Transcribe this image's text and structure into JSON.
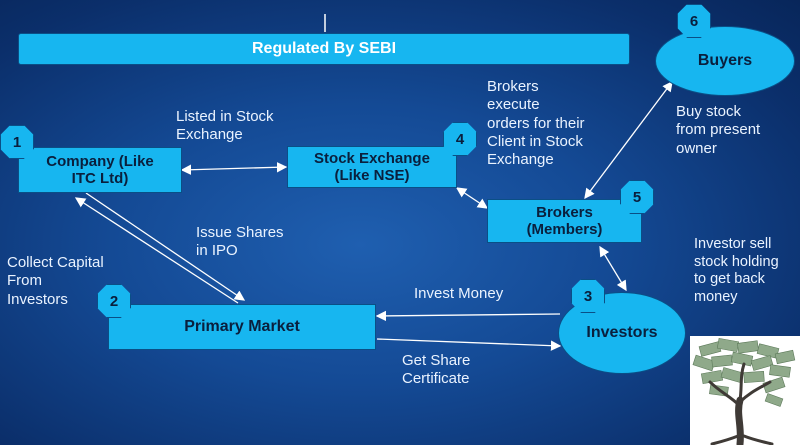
{
  "banner": {
    "label": "Regulated By SEBI"
  },
  "nodes": {
    "company": {
      "label_line1": "Company (Like",
      "label_line2": "ITC Ltd)",
      "badge": "1"
    },
    "primary_market": {
      "label": "Primary Market",
      "badge": "2"
    },
    "investors": {
      "label": "Investors",
      "badge": "3"
    },
    "stock_exchange": {
      "label_line1": "Stock Exchange",
      "label_line2": "(Like NSE)",
      "badge": "4"
    },
    "brokers": {
      "label_line1": "Brokers",
      "label_line2": "(Members)",
      "badge": "5"
    },
    "buyers": {
      "label": "Buyers",
      "badge": "6"
    }
  },
  "notes": {
    "listed": [
      "Listed in Stock",
      "Exchange"
    ],
    "brokers_execute": [
      "Brokers",
      "execute",
      "orders for their",
      "Client in Stock",
      "Exchange"
    ],
    "buy_stock": [
      "Buy stock",
      "from present",
      "owner"
    ],
    "issue_shares": [
      "Issue Shares",
      "in IPO"
    ],
    "collect_capital": [
      "Collect Capital",
      "From",
      "Investors"
    ],
    "investor_sell": [
      "Investor sell",
      "stock holding",
      "to get back",
      "money"
    ],
    "invest_money": [
      "Invest Money"
    ],
    "get_share": [
      "Get Share",
      "Certificate"
    ]
  },
  "colors": {
    "box_fill": "#17b6f0",
    "box_border": "#0a4f86",
    "text_light": "#eaf3ff"
  },
  "image": {
    "icon": "money-tree-icon"
  }
}
